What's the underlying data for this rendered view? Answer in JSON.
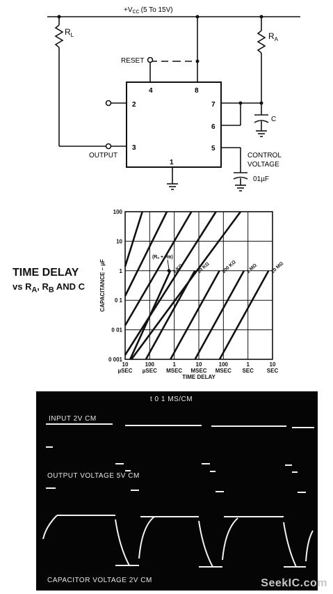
{
  "schematic": {
    "supply": "+V",
    "supply_sub": "CC",
    "supply_range": "(5 To 15V)",
    "rl": "R",
    "rl_sub": "L",
    "ra": "R",
    "ra_sub": "A",
    "reset": "RESET",
    "output": "OUTPUT",
    "cap": "C",
    "control_1": "CONTROL",
    "control_2": "VOLTAGE",
    "control_cap": "01µF",
    "pins": [
      "4",
      "8",
      "2",
      "7",
      "6",
      "3",
      "5",
      "1"
    ]
  },
  "side_title": {
    "line1": "TIME DELAY",
    "line2_prefix": "vs R",
    "a": "A",
    "sep": ", R",
    "b": "B",
    "suffix": " AND C"
  },
  "chart_data": {
    "type": "line",
    "xlabel": "TIME DELAY",
    "ylabel": "CAPACITANCE – µF",
    "xscale": "log",
    "yscale": "log",
    "xlim": [
      1e-05,
      10
    ],
    "ylim": [
      0.001,
      100
    ],
    "x_ticks": [
      1e-05,
      0.0001,
      0.001,
      0.01,
      0.1,
      1,
      10
    ],
    "x_tick_labels_top": [
      "10",
      "100",
      "1",
      "10",
      "100",
      "1",
      "10"
    ],
    "x_tick_labels_bottom": [
      "µSEC",
      "µSEC",
      "MSEC",
      "MSEC",
      "MSEC",
      "SEC",
      "SEC"
    ],
    "y_ticks": [
      0.001,
      0.01,
      0.1,
      1,
      10,
      100
    ],
    "y_tick_labels": [
      "0 001",
      "0 01",
      "0 1",
      "1",
      "10",
      "100"
    ],
    "grid": true,
    "annotation": "(Rₐ + Rʙ)",
    "series": [
      {
        "name": "1 KΩ",
        "x": [
          1.6e-05,
          0.00069
        ],
        "y": [
          0.001,
          1
        ]
      },
      {
        "name": "10 KΩ",
        "x": [
          7e-05,
          0.0069
        ],
        "y": [
          0.001,
          1
        ]
      },
      {
        "name": "100 KΩ",
        "x": [
          0.0007,
          0.069
        ],
        "y": [
          0.001,
          1
        ]
      },
      {
        "name": "1 MΩ",
        "x": [
          0.007,
          0.69
        ],
        "y": [
          0.001,
          1
        ]
      },
      {
        "name": "10 MΩ",
        "x": [
          0.07,
          6.9
        ],
        "y": [
          0.001,
          1
        ]
      }
    ],
    "extra_lines": [
      {
        "x": [
          1e-05,
          5e-05
        ],
        "y": [
          1.4,
          100
        ]
      },
      {
        "x": [
          1e-05,
          0.0005
        ],
        "y": [
          0.14,
          100
        ]
      },
      {
        "x": [
          1e-05,
          0.005
        ],
        "y": [
          0.014,
          100
        ]
      },
      {
        "x": [
          1e-05,
          0.05
        ],
        "y": [
          0.0014,
          100
        ]
      },
      {
        "x": [
          1.8e-05,
          0.5
        ],
        "y": [
          0.001,
          100
        ]
      }
    ]
  },
  "scope": {
    "timebase": "t  0 1 MS/CM",
    "input_label": "INPUT   2V CM",
    "output_label": "OUTPUT VOLTAGE   5V CM",
    "cap_label": "CAPACITOR VOLTAGE   2V CM"
  },
  "watermark": "SeekIC.com"
}
